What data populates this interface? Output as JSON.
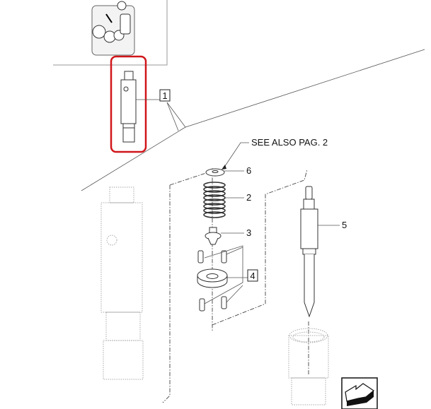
{
  "diagram": {
    "note": "SEE ALSO PAG. 2",
    "callouts": [
      {
        "id": "1",
        "boxed": true
      },
      {
        "id": "2",
        "boxed": false
      },
      {
        "id": "3",
        "boxed": false
      },
      {
        "id": "4",
        "boxed": true
      },
      {
        "id": "5",
        "boxed": false
      },
      {
        "id": "6",
        "boxed": false
      }
    ],
    "highlight_color": "#d0161b",
    "nav_icon": "arrow-back-icon"
  }
}
